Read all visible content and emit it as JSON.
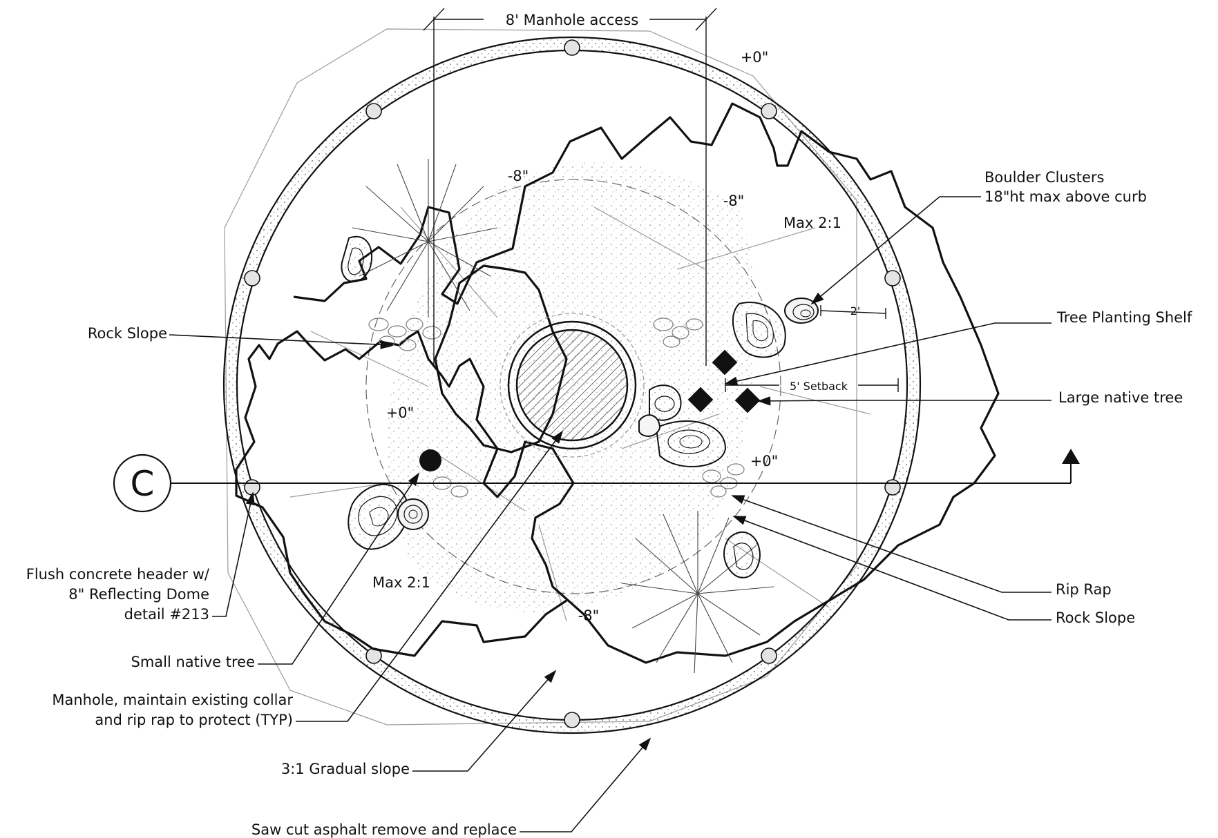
{
  "annotations": {
    "manhole_access": "8' Manhole access",
    "elev_top_right": "+0\"",
    "elev_upper_left": "-8\"",
    "elev_upper_right": "-8\"",
    "slope_upper": "Max 2:1",
    "boulder_clusters_line1": "Boulder Clusters",
    "boulder_clusters_line2": "18\"ht max above curb",
    "dim_2ft": "2'",
    "tree_planting_shelf": "Tree Planting Shelf",
    "setback": "5' Setback",
    "large_native_tree": "Large native tree",
    "rock_slope_left": "Rock Slope",
    "elev_left": "+0\"",
    "elev_right": "+0\"",
    "section_marker": "C",
    "slope_lower": "Max 2:1",
    "elev_bottom": "-8\"",
    "rip_rap": "Rip Rap",
    "rock_slope_right": "Rock Slope",
    "flush_header_line1": "Flush concrete header w/",
    "flush_header_line2": "8\" Reflecting Dome",
    "flush_header_line3": "detail #213",
    "small_native_tree": "Small native tree",
    "manhole_line1": "Manhole, maintain existing collar",
    "manhole_line2": "and rip rap to protect (TYP)",
    "gradual_slope": "3:1 Gradual slope",
    "saw_cut": "Saw cut asphalt remove and replace"
  }
}
